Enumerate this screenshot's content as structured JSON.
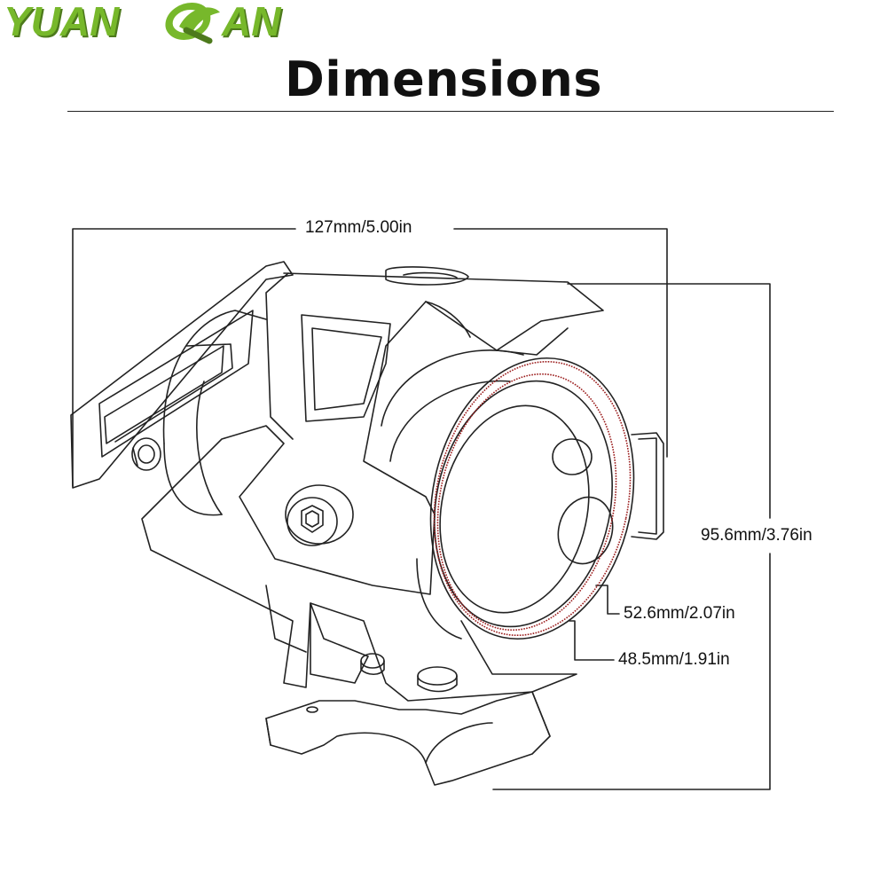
{
  "brand": {
    "text_before": "YUAN",
    "text_after": "AN",
    "logo_letter": "Q",
    "color": "#77b82b",
    "shadow_color": "#4d7a1c"
  },
  "title": "Dimensions",
  "dimensions": {
    "width": "127mm/5.00in",
    "height": "95.6mm/3.76in",
    "outer_ring": "52.6mm/2.07in",
    "inner_ring": "48.5mm/1.91in"
  },
  "colors": {
    "line": "#222222",
    "ring": "#9b1c1c"
  }
}
